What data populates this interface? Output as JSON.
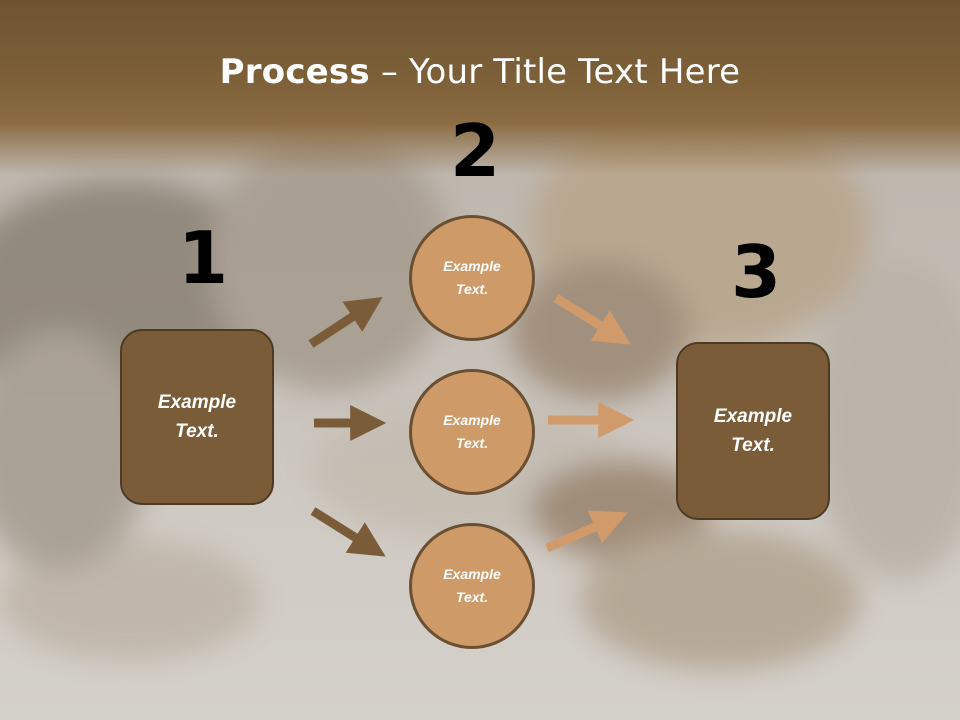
{
  "slide": {
    "title_bold": "Process",
    "title_dash": " – ",
    "title_rest": "Your Title Text Here"
  },
  "steps": {
    "one": "1",
    "two": "2",
    "three": "3"
  },
  "boxes": {
    "left": "Example\nText.",
    "right": "Example\nText."
  },
  "circles": [
    "Example\nText.",
    "Example\nText.",
    "Example\nText."
  ],
  "colors": {
    "brand_brown": "#7a5c38",
    "circle_tan": "#cd9a68",
    "dark_arrow": "#7a5c38",
    "light_arrow": "#d19a6a"
  }
}
